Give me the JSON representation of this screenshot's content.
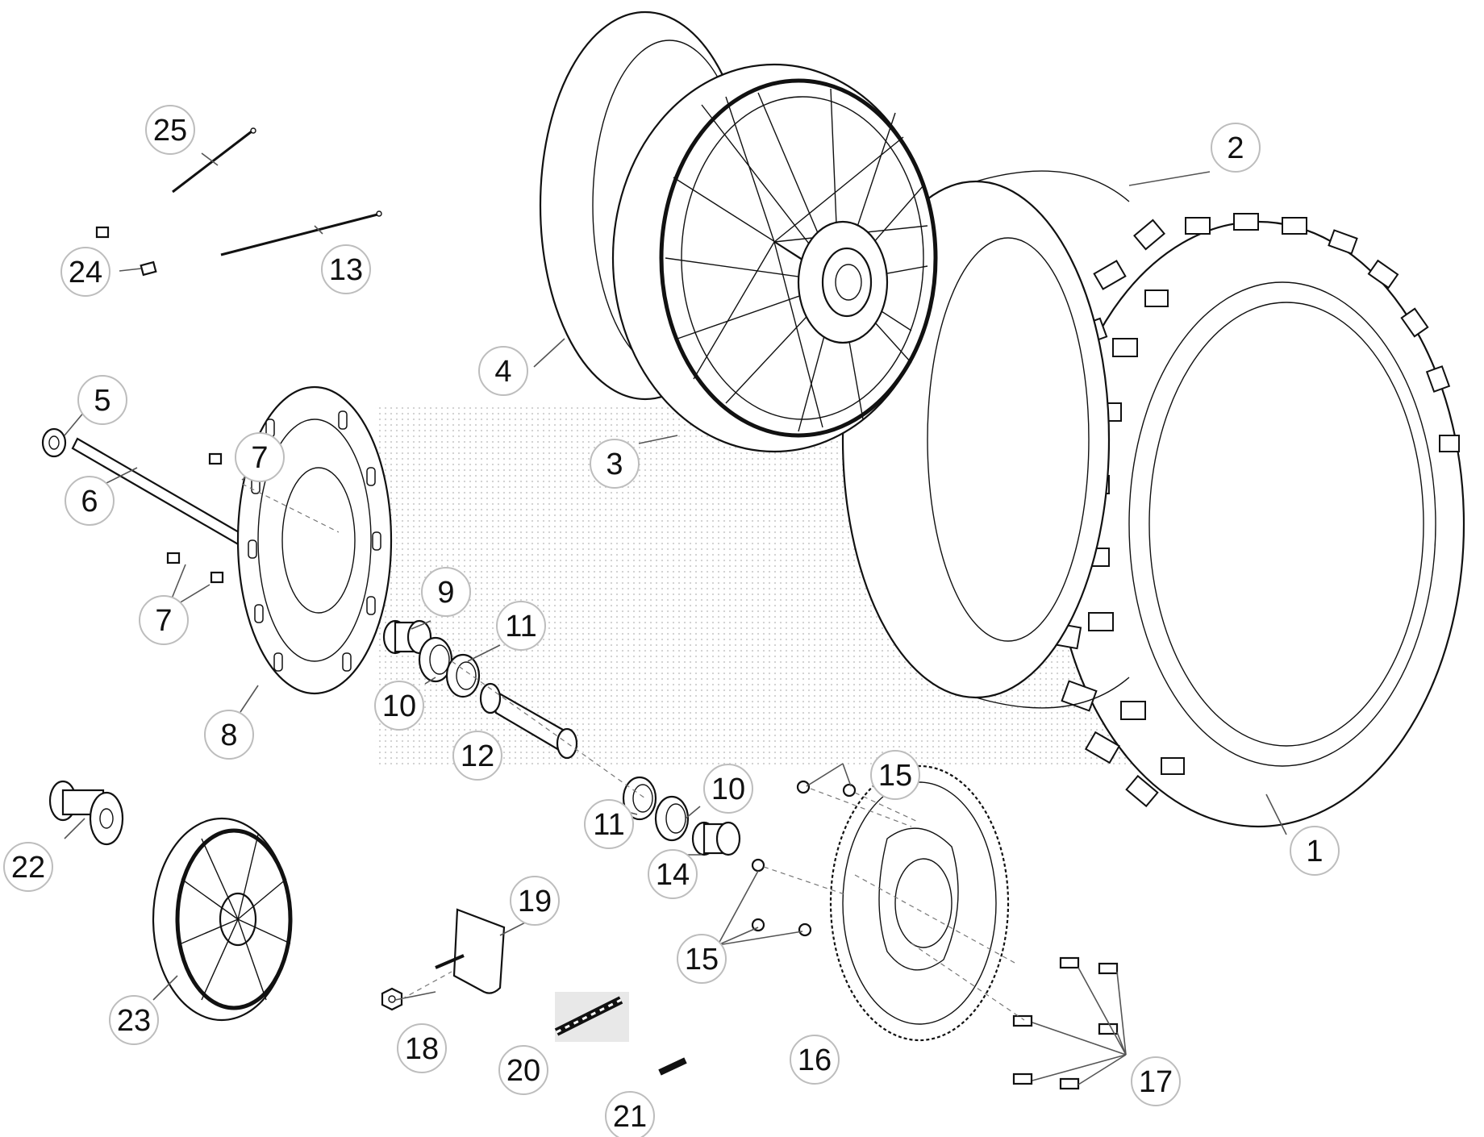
{
  "callouts": {
    "c1": "1",
    "c2": "2",
    "c3": "3",
    "c4": "4",
    "c5": "5",
    "c6": "6",
    "c7": "7",
    "c8": "8",
    "c9": "9",
    "c10": "10",
    "c11": "11",
    "c12": "12",
    "c13": "13",
    "c14": "14",
    "c15": "15",
    "c16": "16",
    "c17": "17",
    "c18": "18",
    "c19": "19",
    "c20": "20",
    "c21": "21",
    "c22": "22",
    "c23": "23",
    "c24": "24",
    "c25": "25"
  },
  "colors": {
    "line": "#111111",
    "callout_border": "#bdbdbd",
    "watermark": "#cfcfcf"
  }
}
